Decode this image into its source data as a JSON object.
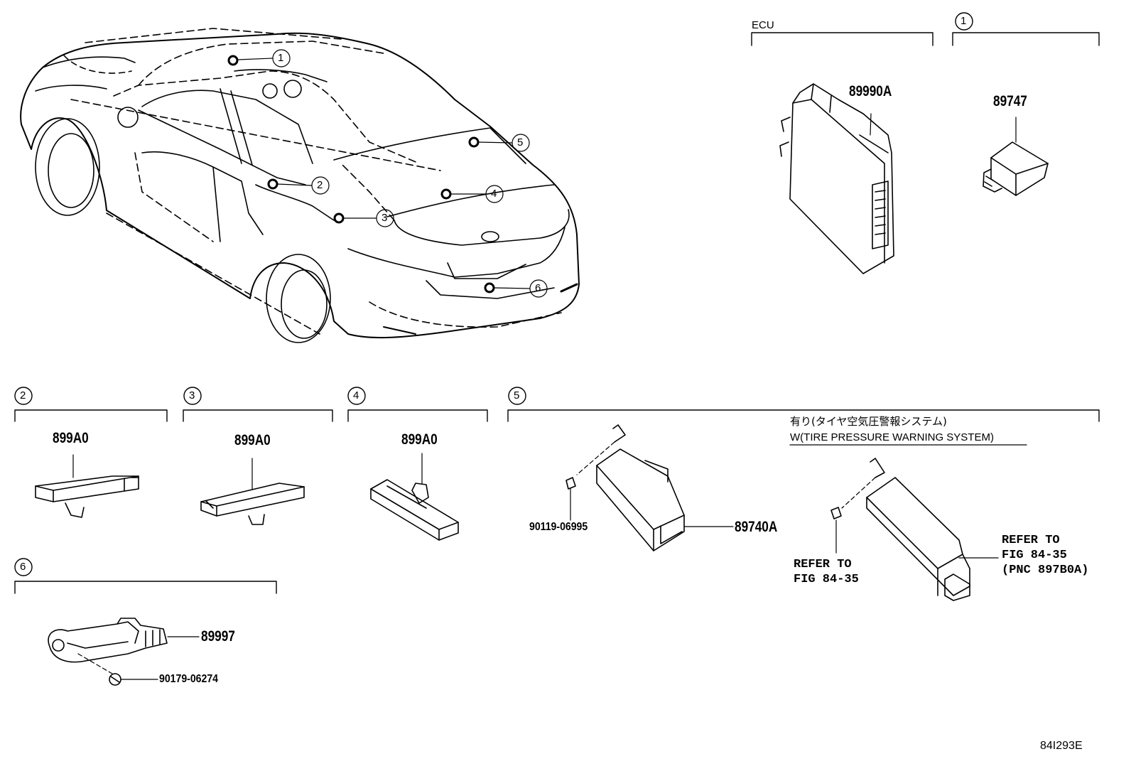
{
  "sections": {
    "ecu": {
      "header": "ECU",
      "part": "89990A"
    },
    "s1": {
      "callout": "1",
      "part": "89747"
    },
    "s2": {
      "callout": "2",
      "part": "899A0"
    },
    "s3": {
      "callout": "3",
      "part": "899A0"
    },
    "s4": {
      "callout": "4",
      "part": "899A0"
    },
    "s5": {
      "callout": "5",
      "bolt": "90119-06995",
      "part": "89740A",
      "note_jp": "有り(タイヤ空気圧警報システム)",
      "note_en": "W(TIRE PRESSURE WARNING SYSTEM)",
      "refer_left": "REFER TO\nFIG 84-35",
      "refer_right": "REFER TO\nFIG 84-35\n(PNC 897B0A)"
    },
    "s6": {
      "callout": "6",
      "part": "89997",
      "nut": "90179-06274"
    }
  },
  "car_callouts": [
    "1",
    "2",
    "3",
    "4",
    "5",
    "6"
  ],
  "figure_code": "84I293E"
}
